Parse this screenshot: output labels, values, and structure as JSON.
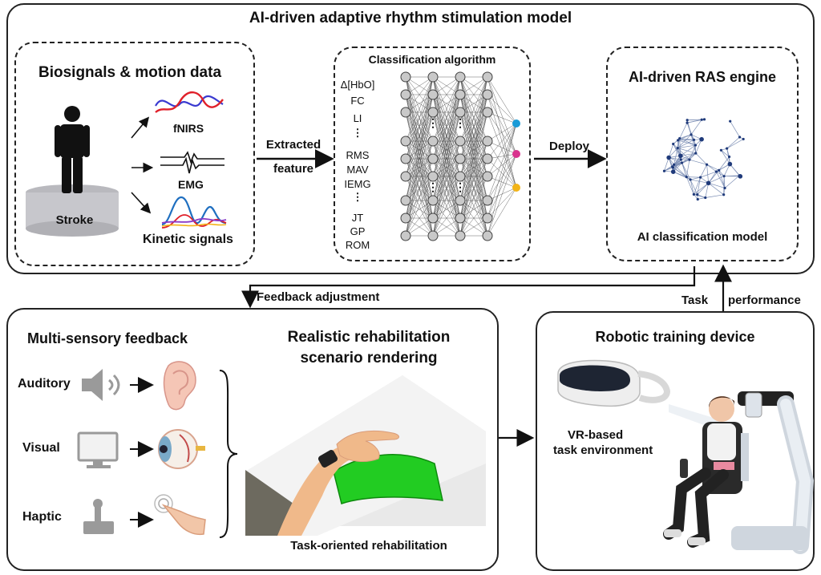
{
  "top_panel": {
    "title": "AI-driven adaptive rhythm stimulation model",
    "biosignals": {
      "title": "Biosignals & motion data",
      "person_label": "Stroke",
      "signals": [
        "fNIRS",
        "EMG",
        "Kinetic signals"
      ]
    },
    "extracted_feature": [
      "Extracted",
      "feature"
    ],
    "classification": {
      "title": "Classification algorithm",
      "features": [
        "Δ[HbO]",
        "FC",
        "LI",
        "⋮",
        "RMS",
        "MAV",
        "IEMG",
        "⋮",
        "JT",
        "GP",
        "ROM"
      ],
      "output_colors": [
        "#1a9bd7",
        "#d9338e",
        "#f2b418"
      ]
    },
    "deploy_label": "Deploy",
    "engine": {
      "title": "AI-driven RAS engine",
      "subtitle": "AI classification model"
    }
  },
  "connectors": {
    "feedback_adjustment": "Feedback adjustment",
    "task_performance": [
      "Task",
      "performance"
    ]
  },
  "bottom_left": {
    "feedback_title": "Multi-sensory feedback",
    "modalities": [
      "Auditory",
      "Visual",
      "Haptic"
    ],
    "scenario_title": [
      "Realistic rehabilitation",
      "scenario rendering"
    ],
    "scenario_caption": "Task-oriented rehabilitation"
  },
  "bottom_right": {
    "title": "Robotic training device",
    "vr_label": [
      "VR-based",
      "task environment"
    ]
  },
  "colors": {
    "fnirs_red": "#e0202a",
    "fnirs_blue": "#3a3ad0",
    "kinetic_blue": "#1f6fc0",
    "green_zone": "#22cc22"
  }
}
